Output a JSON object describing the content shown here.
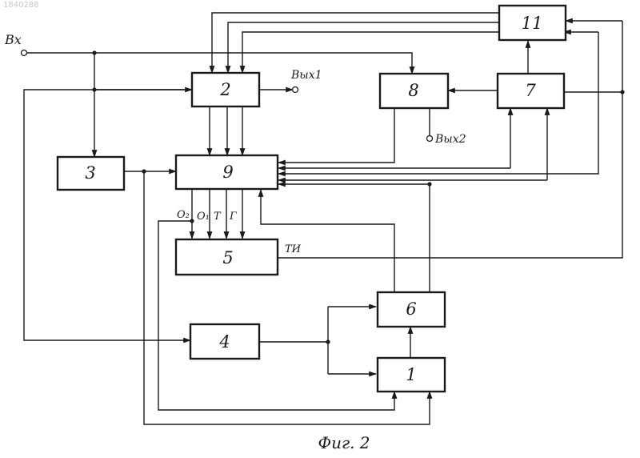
{
  "corner_id": "1840288",
  "caption": "Фиг. 2",
  "blocks": {
    "b1": "1",
    "b2": "2",
    "b3": "3",
    "b4": "4",
    "b5": "5",
    "b6": "6",
    "b7": "7",
    "b8": "8",
    "b9": "9",
    "b11": "11"
  },
  "labels": {
    "input": "Вх",
    "output1": "Вых1",
    "output2": "Вых2",
    "o2": "О₂",
    "o1": "О₁",
    "t": "Т",
    "g": "Г",
    "ti": "ТИ"
  }
}
